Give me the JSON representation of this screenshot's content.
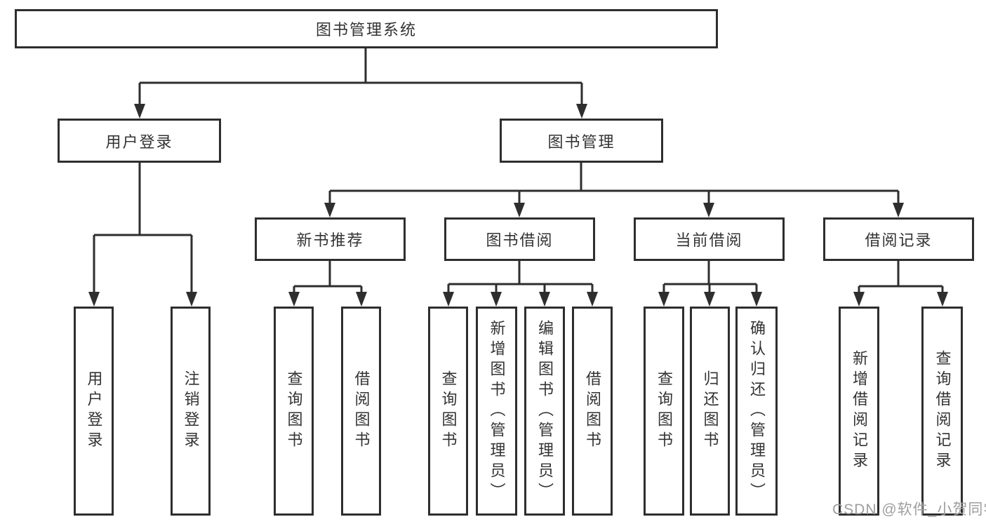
{
  "diagram": {
    "root": "图书管理系统",
    "level2": [
      {
        "label": "用户登录",
        "children": [
          "用户登录",
          "注销登录"
        ]
      },
      {
        "label": "图书管理"
      }
    ],
    "level3": [
      {
        "label": "新书推荐",
        "children": [
          "查询图书",
          "借阅图书"
        ]
      },
      {
        "label": "图书借阅",
        "children": [
          "查询图书",
          "新增图书（管理员）",
          "编辑图书（管理员）",
          "借阅图书"
        ]
      },
      {
        "label": "当前借阅",
        "children": [
          "查询图书",
          "归还图书",
          "确认归还（管理员）"
        ]
      },
      {
        "label": "借阅记录",
        "children": [
          "新增借阅记录",
          "查询借阅记录"
        ]
      }
    ],
    "watermark": "CSDN @软件_小贺同学"
  },
  "colors": {
    "line": "#2e2e2e",
    "border": "#2e2e2e",
    "text": "#333333",
    "watermark": "#9e9e9e",
    "background": "#ffffff"
  }
}
